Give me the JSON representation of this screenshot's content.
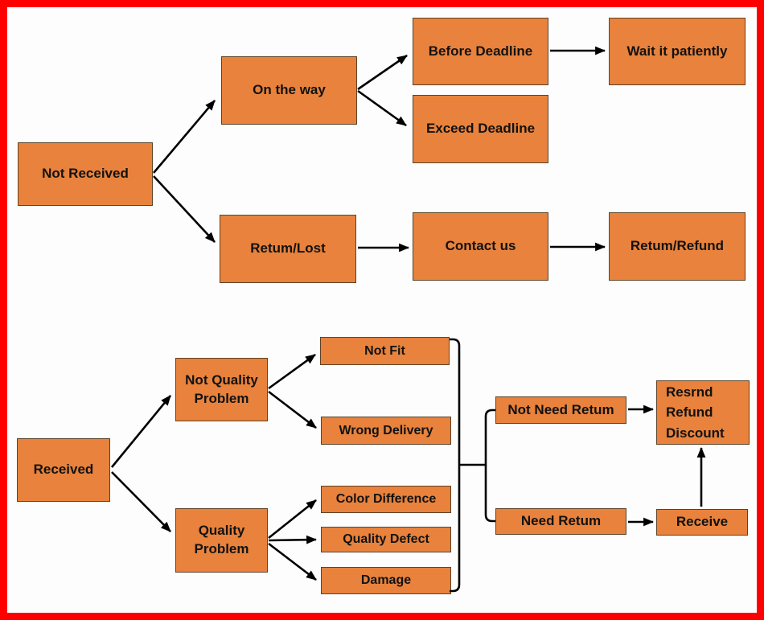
{
  "diagram": {
    "description": "After-sale shipping decision flowchart",
    "colors": {
      "frame_border": "#fe0000",
      "background": "#fdfdfd",
      "box_fill": "#e8823c",
      "box_border": "#5e4226",
      "arrow": "#000000",
      "text": "#121212"
    },
    "nodes": {
      "not_received": {
        "label": "Not Received"
      },
      "on_the_way": {
        "label": "On the way"
      },
      "retum_lost": {
        "label": "Retum/Lost"
      },
      "before_deadline": {
        "label": "Before Deadline"
      },
      "wait_it_patiently": {
        "label": "Wait it patiently"
      },
      "exceed_deadline": {
        "label": "Exceed Deadline"
      },
      "contact_us": {
        "label": "Contact us"
      },
      "retum_refund": {
        "label": "Retum/Refund"
      },
      "received": {
        "label": "Received"
      },
      "not_quality_problem": {
        "label": "Not Quality Problem"
      },
      "quality_problem": {
        "label": "Quality Problem"
      },
      "not_fit": {
        "label": "Not Fit"
      },
      "wrong_delivery": {
        "label": "Wrong Delivery"
      },
      "color_difference": {
        "label": "Color Difference"
      },
      "quality_defect": {
        "label": "Quality Defect"
      },
      "damage": {
        "label": "Damage"
      },
      "not_need_retum": {
        "label": "Not Need Retum"
      },
      "need_retum": {
        "label": "Need Retum"
      },
      "resrnd_refund_discount": {
        "label": "Resrnd Refund Discount"
      },
      "receive": {
        "label": "Receive"
      }
    },
    "edges": [
      {
        "from": "not_received",
        "to": "on_the_way",
        "type": "arrow"
      },
      {
        "from": "not_received",
        "to": "retum_lost",
        "type": "arrow"
      },
      {
        "from": "on_the_way",
        "to": "before_deadline",
        "type": "arrow"
      },
      {
        "from": "on_the_way",
        "to": "exceed_deadline",
        "type": "arrow"
      },
      {
        "from": "before_deadline",
        "to": "wait_it_patiently",
        "type": "arrow"
      },
      {
        "from": "retum_lost",
        "to": "contact_us",
        "type": "arrow"
      },
      {
        "from": "contact_us",
        "to": "retum_refund",
        "type": "arrow"
      },
      {
        "from": "received",
        "to": "not_quality_problem",
        "type": "arrow"
      },
      {
        "from": "received",
        "to": "quality_problem",
        "type": "arrow"
      },
      {
        "from": "not_quality_problem",
        "to": "not_fit",
        "type": "arrow"
      },
      {
        "from": "not_quality_problem",
        "to": "wrong_delivery",
        "type": "arrow"
      },
      {
        "from": "quality_problem",
        "to": "color_difference",
        "type": "arrow"
      },
      {
        "from": "quality_problem",
        "to": "quality_defect",
        "type": "arrow"
      },
      {
        "from": "quality_problem",
        "to": "damage",
        "type": "arrow"
      },
      {
        "from": "not_fit,wrong_delivery,color_difference,quality_defect,damage",
        "to": "not_need_retum,need_retum",
        "type": "bracket"
      },
      {
        "from": "not_need_retum",
        "to": "resrnd_refund_discount",
        "type": "arrow"
      },
      {
        "from": "need_retum",
        "to": "receive",
        "type": "arrow"
      },
      {
        "from": "receive",
        "to": "resrnd_refund_discount",
        "type": "arrow"
      }
    ]
  }
}
